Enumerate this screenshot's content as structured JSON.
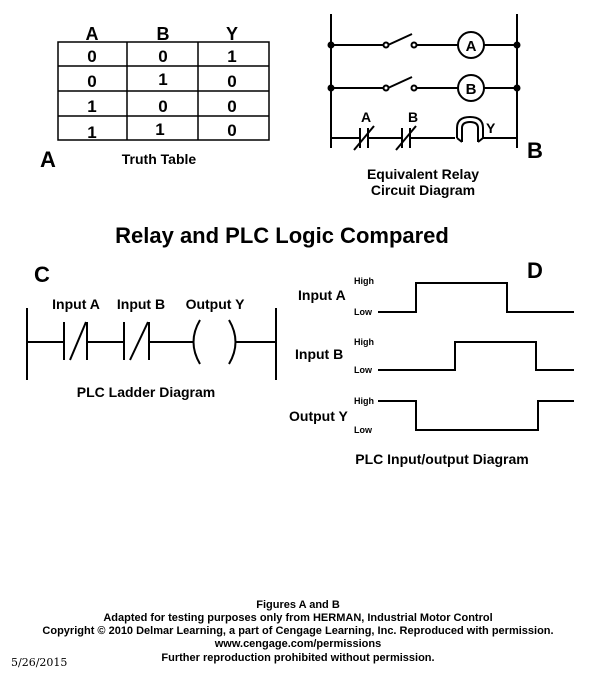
{
  "truth_table": {
    "headers": [
      "A",
      "B",
      "Y"
    ],
    "rows": [
      [
        "0",
        "0",
        "1"
      ],
      [
        "0",
        "1",
        "0"
      ],
      [
        "1",
        "0",
        "0"
      ],
      [
        "1",
        "1",
        "0"
      ]
    ],
    "caption": "Truth Table",
    "letter": "A"
  },
  "relay": {
    "meter_a": "A",
    "meter_b": "B",
    "contact_a": "A",
    "contact_b": "B",
    "coil_label": "Y",
    "caption_line1": "Equivalent Relay",
    "caption_line2": "Circuit Diagram",
    "letter": "B"
  },
  "main_title": "Relay and PLC Logic Compared",
  "ladder": {
    "letter": "C",
    "input_a": "Input A",
    "input_b": "Input B",
    "output_y": "Output Y",
    "caption": "PLC Ladder Diagram"
  },
  "timing": {
    "letter": "D",
    "rows": [
      {
        "name": "Input A",
        "high": "High",
        "low": "Low"
      },
      {
        "name": "Input B",
        "high": "High",
        "low": "Low"
      },
      {
        "name": "Output Y",
        "high": "High",
        "low": "Low"
      }
    ],
    "caption": "PLC Input/output Diagram"
  },
  "footer": {
    "line1": "Figures A and B",
    "line2": "Adapted for testing purposes only from HERMAN, Industrial Motor Control",
    "line3": "Copyright © 2010 Delmar Learning, a part of Cengage Learning, Inc. Reproduced with permission.",
    "line4": "www.cengage.com/permissions",
    "line5": "Further reproduction prohibited without permission."
  },
  "date": "5/26/2015"
}
